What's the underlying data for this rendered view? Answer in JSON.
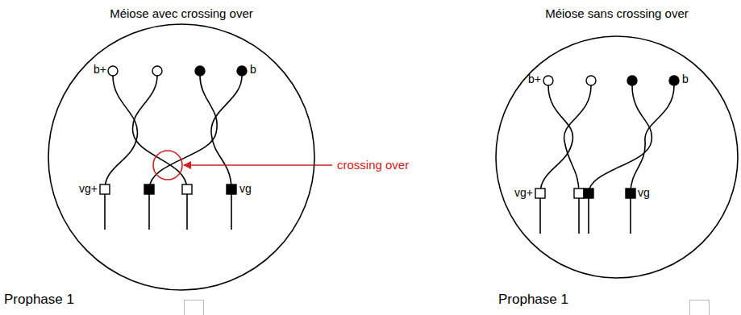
{
  "diagram": {
    "nodes": [
      {
        "text": [
          "Méiose avec crossing over",
          "b+",
          "b",
          "vg+",
          "vg"
        ]
      },
      {
        "text": [
          "Méiose sans crossing over",
          "b+",
          "b",
          "vg+",
          "vg"
        ]
      }
    ],
    "labels": [
      "crossing over",
      "Prophase 1",
      "Prophase 1"
    ]
  }
}
